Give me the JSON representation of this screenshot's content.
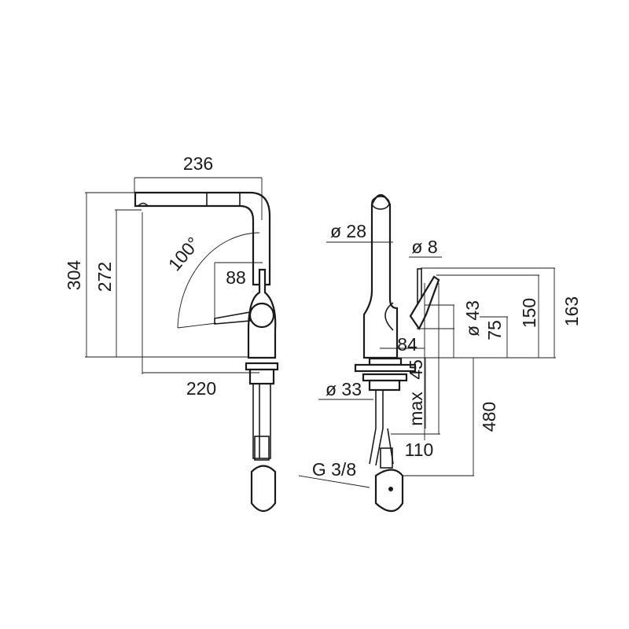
{
  "title": "Pull-out kitchen mixer dimensional drawing",
  "side_view": {
    "spout_length": "236",
    "total_height": "304",
    "spout_outlet_height": "272",
    "reach": "220",
    "swivel_angle": "100°",
    "lever_offset": "88"
  },
  "front_view": {
    "spout_diameter": "ø 28",
    "lever_diameter": "ø 8",
    "body_diameter": "ø 43",
    "body_height": "75",
    "lever_height_150": "150",
    "lever_height_163": "163",
    "base_depth": "84",
    "max_thickness_value": "45",
    "max_label": "max",
    "hole_diameter": "ø 33",
    "shank_length": "110",
    "hose_length": "480",
    "connection_thread": "G 3/8"
  }
}
